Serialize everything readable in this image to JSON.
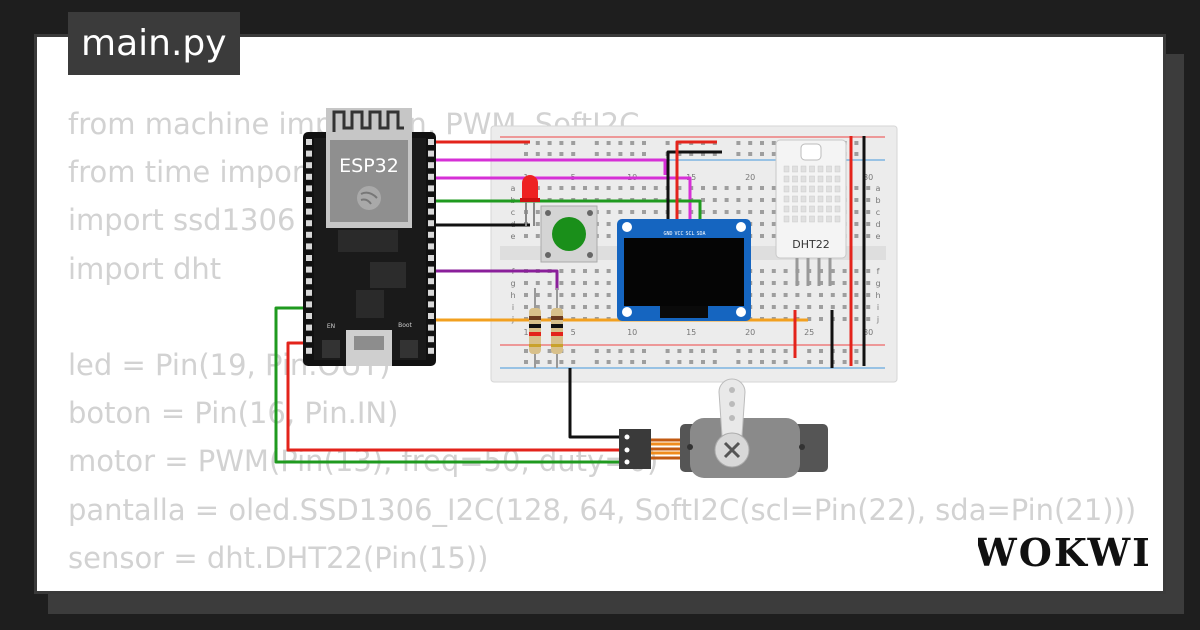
{
  "editor": {
    "file_tab": "main.py",
    "code_lines": [
      "from machine import Pin, PWM, SoftI2C",
      "from time import sleep",
      "import ssd1306",
      "import dht",
      "",
      "led = Pin(19, Pin.OUT)",
      "boton = Pin(16, Pin.IN)",
      "motor = PWM(Pin(13), freq=50, duty=0)",
      "pantalla = oled.SSD1306_I2C(128, 64, SoftI2C(scl=Pin(22), sda=Pin(21)))",
      "sensor = dht.DHT22(Pin(15))"
    ]
  },
  "board": {
    "label": "ESP32",
    "en_label": "EN",
    "boot_label": "Boot"
  },
  "oled": {
    "pins": [
      "GND",
      "VCC",
      "SCL",
      "SDA"
    ]
  },
  "dht": {
    "label": "DHT22"
  },
  "breadboard": {
    "column_numbers": [
      "1",
      "5",
      "10",
      "15",
      "20",
      "25",
      "30"
    ],
    "row_letters": [
      "a",
      "b",
      "c",
      "d",
      "e",
      "f",
      "g",
      "h",
      "i",
      "j"
    ]
  },
  "brand": {
    "logo": "WOKWI"
  },
  "colors": {
    "background": "#1e1e1e",
    "card": "#ffffff",
    "tab": "#3b3b3b",
    "code_text": "#d2d2d2",
    "wire_red": "#e3231b",
    "wire_magenta": "#d630d6",
    "wire_green": "#1f9a1f",
    "wire_black": "#111111",
    "wire_purple": "#8a1f9a",
    "wire_orange": "#f2a01f",
    "board_green": "#1e9e3a",
    "oled_blue": "#1565c0"
  }
}
